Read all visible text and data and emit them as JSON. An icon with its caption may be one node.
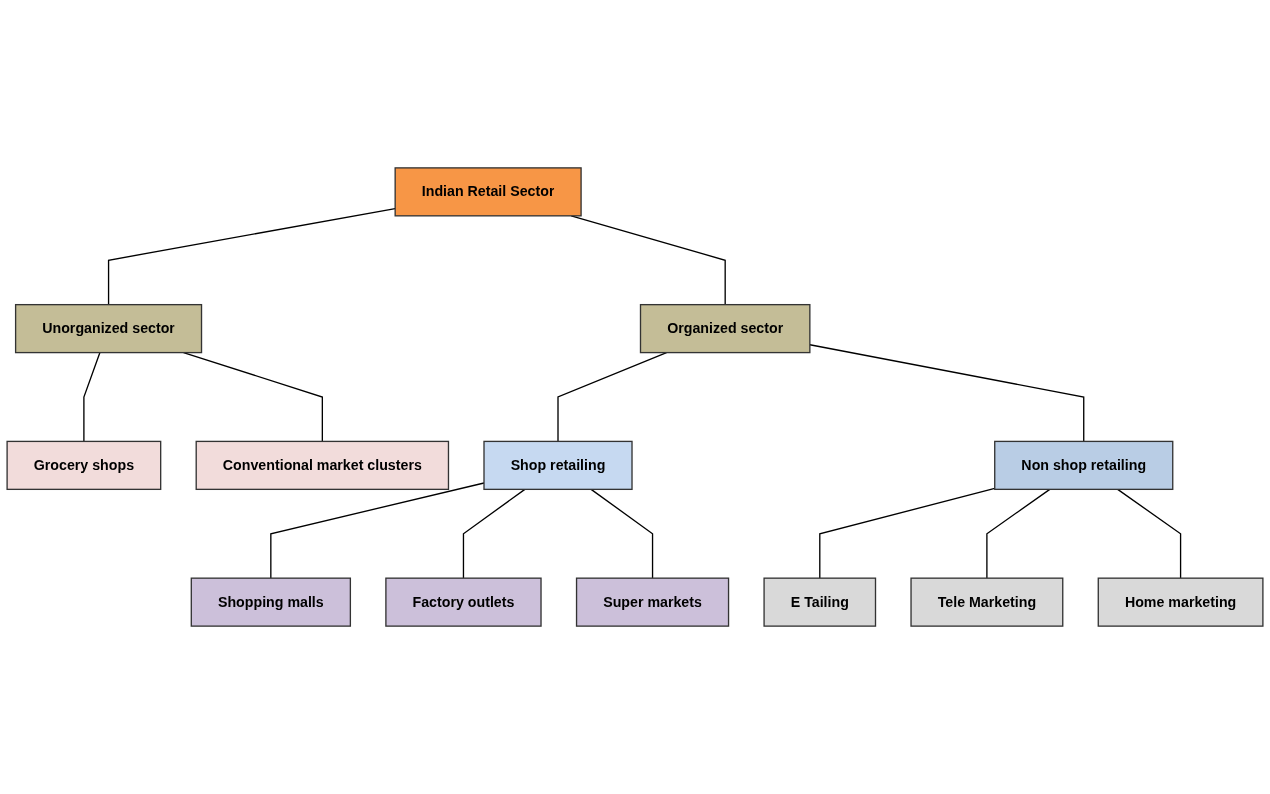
{
  "diagram": {
    "nodes": [
      {
        "text": [
          "Indian Retail Sector"
        ]
      },
      {
        "text": [
          "Organized sector"
        ]
      },
      {
        "text": [
          "Unorganized sector"
        ]
      },
      {
        "text": [
          "Grocery shops"
        ]
      },
      {
        "text": [
          "Conventional market clusters"
        ]
      },
      {
        "text": [
          "Shop retailing"
        ]
      },
      {
        "text": [
          "Non shop retailing"
        ]
      },
      {
        "text": [
          "Shopping malls"
        ]
      },
      {
        "text": [
          "Factory outlets"
        ]
      },
      {
        "text": [
          "Super markets"
        ]
      },
      {
        "text": [
          "E Tailing"
        ]
      },
      {
        "text": [
          "Tele Marketing"
        ]
      },
      {
        "text": [
          "Home marketing"
        ]
      }
    ],
    "edges": [
      {
        "from": 0,
        "to": 1,
        "arrow": "none"
      },
      {
        "from": 0,
        "to": 2,
        "arrow": "none"
      },
      {
        "from": 2,
        "to": 3,
        "arrow": "none"
      },
      {
        "from": 2,
        "to": 4,
        "arrow": "none"
      },
      {
        "from": 1,
        "to": 5,
        "arrow": "none"
      },
      {
        "from": 1,
        "to": 6,
        "arrow": "none"
      },
      {
        "from": 5,
        "to": 7,
        "arrow": "none"
      },
      {
        "from": 5,
        "to": 8,
        "arrow": "none"
      },
      {
        "from": 5,
        "to": 9,
        "arrow": "none"
      },
      {
        "from": 6,
        "to": 10,
        "arrow": "none"
      },
      {
        "from": 6,
        "to": 11,
        "arrow": "none"
      },
      {
        "from": 6,
        "to": 12,
        "arrow": "none"
      }
    ]
  }
}
